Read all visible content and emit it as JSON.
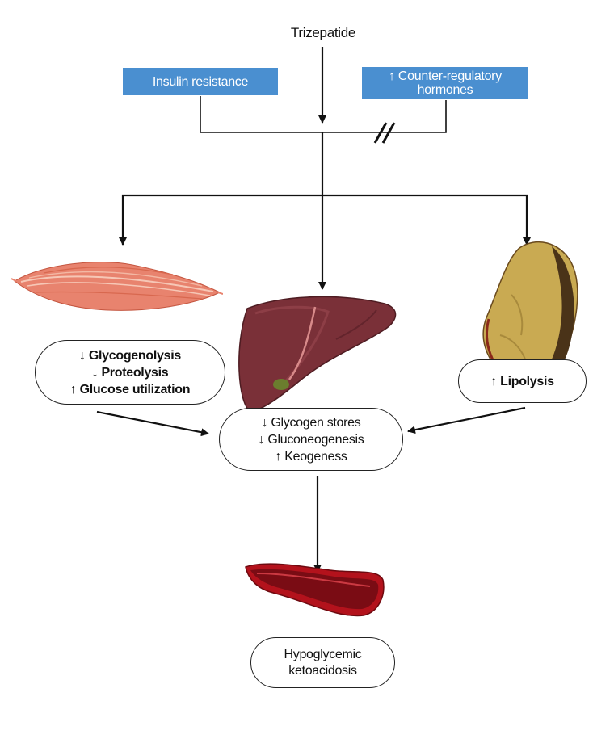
{
  "drug": "Trizepatide",
  "factors": {
    "insulin_resistance": "Insulin resistance",
    "counter_regulatory": [
      "↑ Counter-regulatory",
      "hormones"
    ]
  },
  "muscle_effects": [
    "↓ Glycogenolysis",
    "↓ Proteolysis",
    "↑ Glucose utilization"
  ],
  "fat_effects": [
    "↑ Lipolysis"
  ],
  "liver_effects": [
    "↓ Glycogen stores",
    "↓ Gluconeogenesis",
    "↑ Keogeness"
  ],
  "outcome": [
    "Hypoglycemic",
    "ketoacidosis"
  ],
  "colors": {
    "factor_box": "#4a8fd0",
    "muscle": "#e8836e",
    "liver": "#7a3038",
    "adipose": "#c9aa52",
    "blood_vessel": "#b3121c"
  },
  "icons": [
    "muscle-icon",
    "liver-icon",
    "adipose-tissue-icon",
    "blood-vessel-icon"
  ]
}
